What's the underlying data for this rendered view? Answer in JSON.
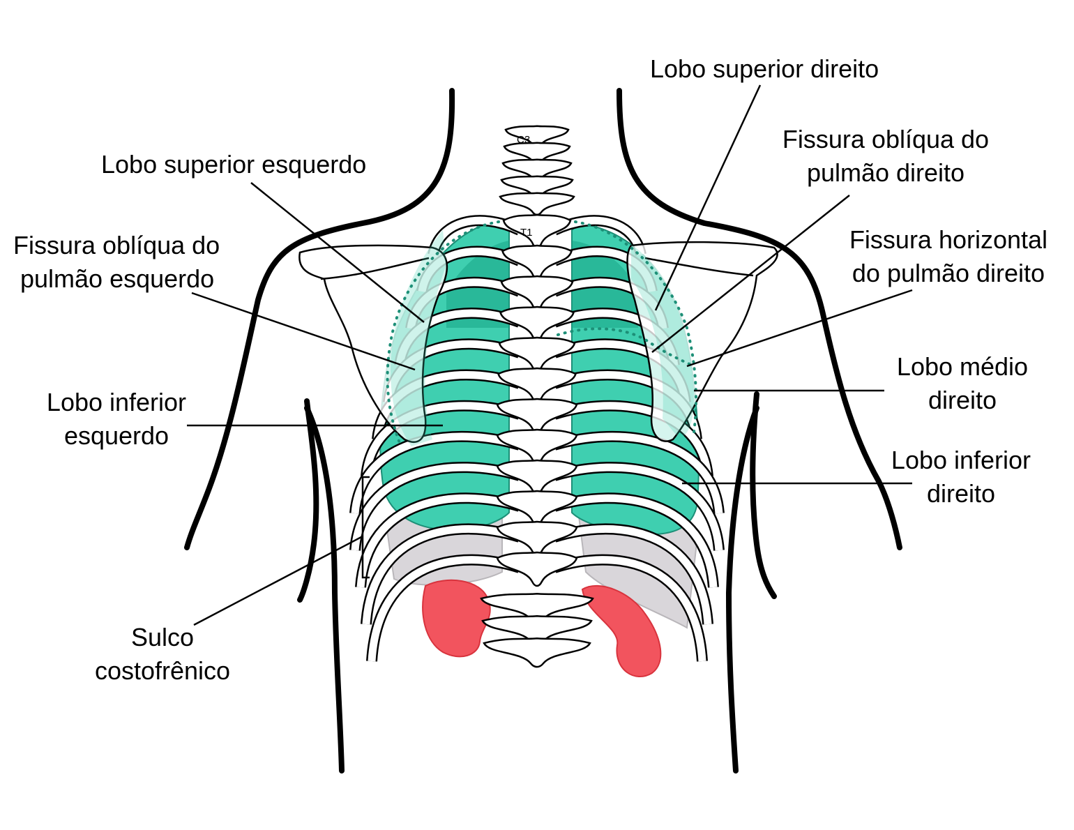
{
  "vertebra_labels": {
    "c3": "C3",
    "t1": "T1"
  },
  "labels": {
    "left_superior_lobe": "Lobo superior esquerdo",
    "left_oblique_fissure": [
      "Fissura oblíqua do",
      "pulmão esquerdo"
    ],
    "left_inferior_lobe": [
      "Lobo inferior",
      "esquerdo"
    ],
    "costophrenic_recess": [
      "Sulco",
      "costofrênico"
    ],
    "right_superior_lobe": "Lobo superior direito",
    "right_oblique_fissure": [
      "Fissura oblíqua do",
      "pulmão direito"
    ],
    "right_horizontal_fissure": [
      "Fissura horizontal",
      "do pulmão direito"
    ],
    "right_middle_lobe": [
      "Lobo médio",
      "direito"
    ],
    "right_inferior_lobe": [
      "Lobo inferior",
      "direito"
    ]
  },
  "colors": {
    "lung": "#3fcfb0",
    "lung_dark": "#17a586",
    "kidney": "#f2545e",
    "diaphragm": "#d9d6da",
    "outline": "#000000"
  }
}
